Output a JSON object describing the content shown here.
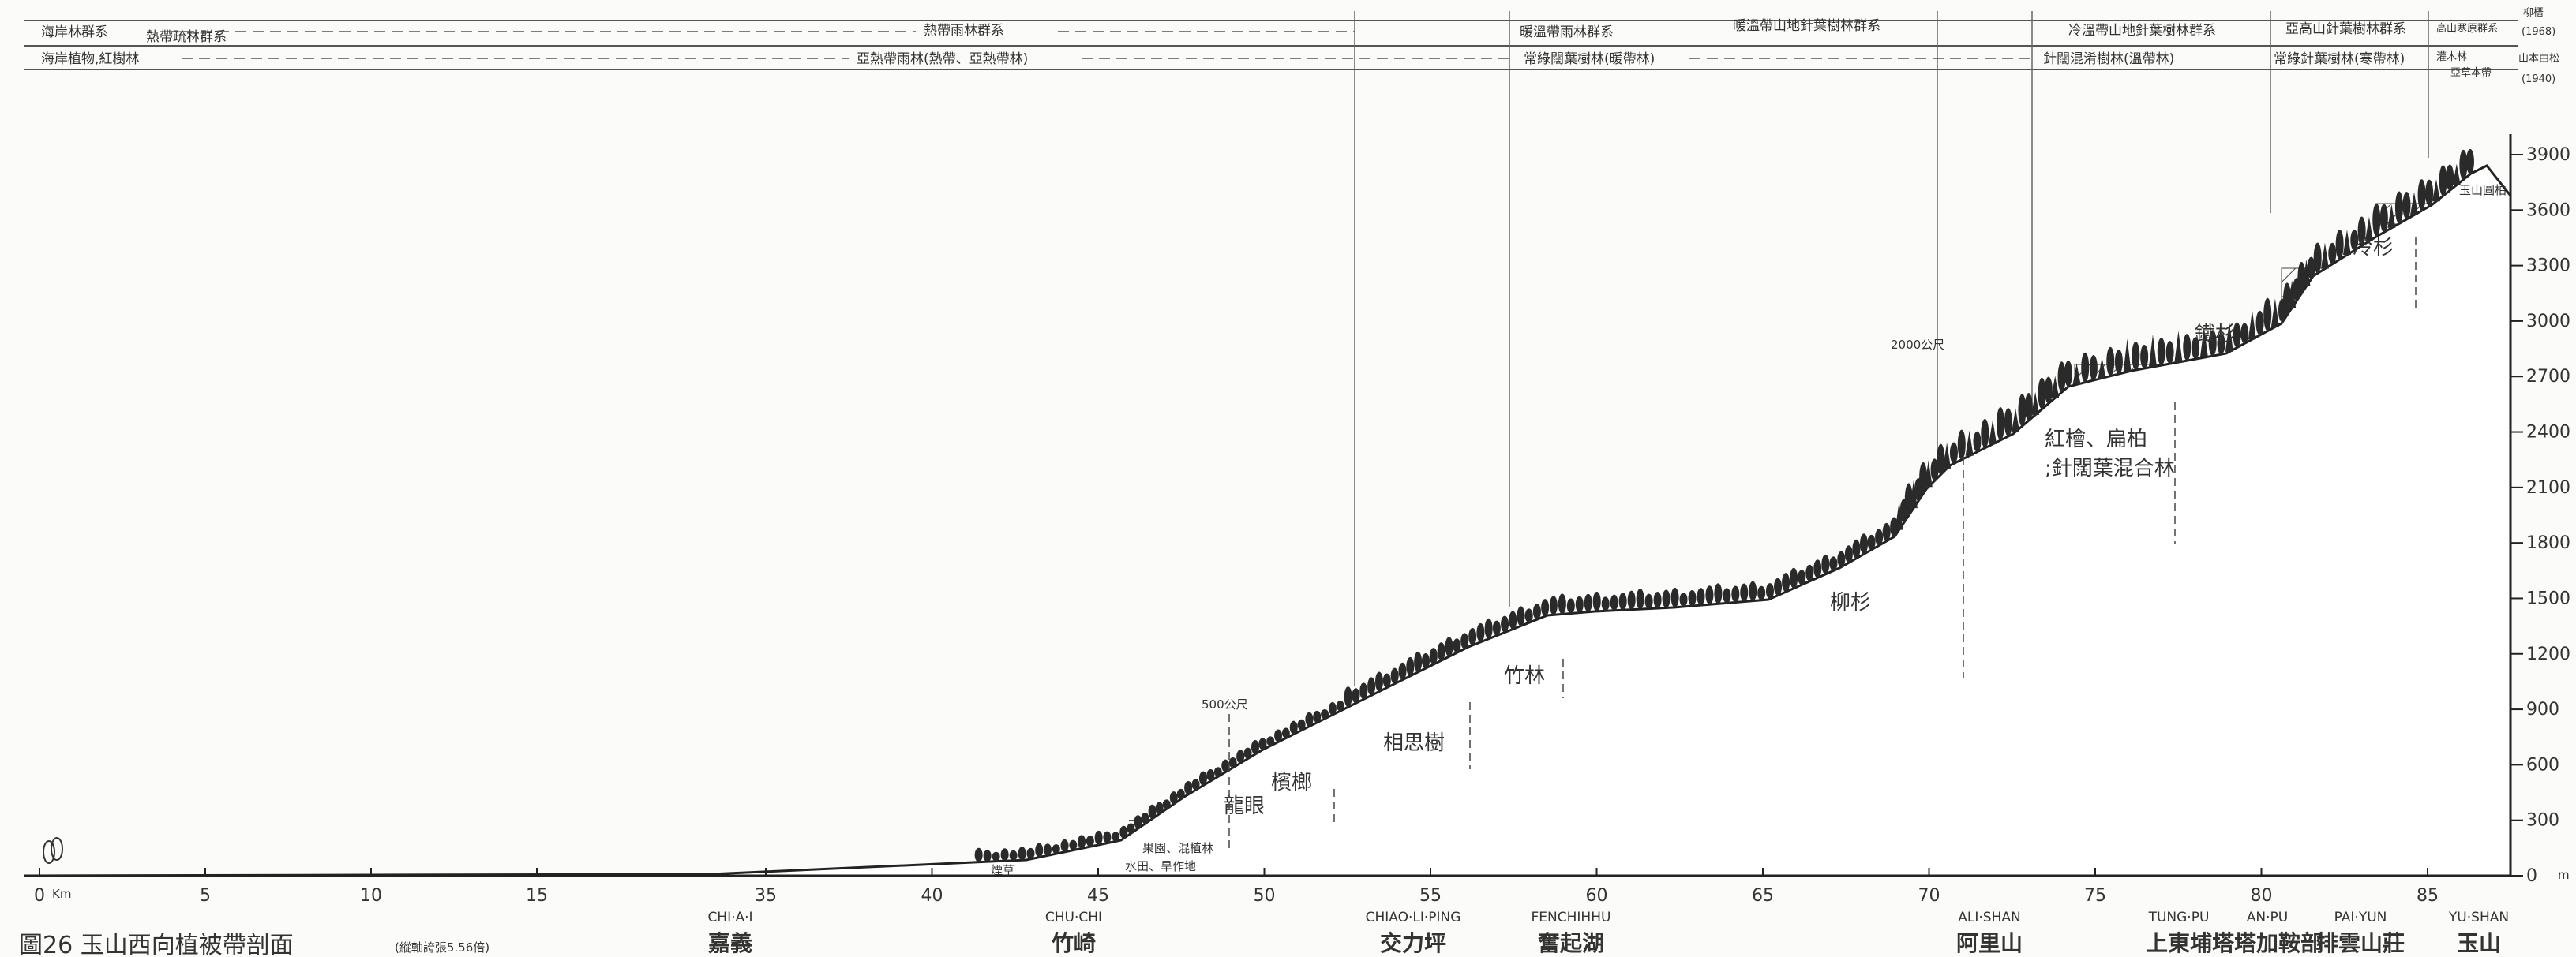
{
  "figure": {
    "caption": "圖26 玉山西向植被帶剖面",
    "caption_note": "(縱軸誇張5.56倍)",
    "x_unit": "Km",
    "y_unit": "m"
  },
  "x_ticks": [
    "0",
    "5",
    "10",
    "15",
    "35",
    "40",
    "45",
    "50",
    "55",
    "60",
    "65",
    "70",
    "75",
    "80",
    "85"
  ],
  "y_ticks": [
    "0",
    "300",
    "600",
    "900",
    "1200",
    "1500",
    "1800",
    "2100",
    "2400",
    "2700",
    "3000",
    "3300",
    "3600",
    "3900"
  ],
  "header": {
    "row1": [
      "海岸林群系",
      "熱帶疏林群系",
      "熱帶雨林群系",
      "暖溫帶雨林群系",
      "暖溫帶山地針葉樹林群系",
      "冷溫帶山地針葉樹林群系",
      "亞高山針葉樹林群系",
      "高山寒原群系"
    ],
    "row2": [
      "海岸植物,紅樹林",
      "亞熱帶雨林(熱帶、亞熱帶林)",
      "常綠闊葉樹林(暖帶林)",
      "針闊混淆樹林(溫帶林)",
      "常綠針葉樹林(寒帶林)",
      "灌木林",
      "亞草本帶"
    ],
    "refs": [
      "柳榗",
      "(1968)",
      "山本由松",
      "(1940)"
    ]
  },
  "places": [
    {
      "roman": "CHI·A·I",
      "name": "嘉義"
    },
    {
      "roman": "CHU·CHI",
      "name": "竹崎"
    },
    {
      "roman": "CHIAO·LI·PING",
      "name": "交力坪"
    },
    {
      "roman": "FENCHIHHU",
      "name": "奮起湖"
    },
    {
      "roman": "ALI·SHAN",
      "name": "阿里山"
    },
    {
      "roman": "TUNG·PU",
      "name": "上東埔"
    },
    {
      "roman": "AN·PU",
      "name": "塔塔加鞍部"
    },
    {
      "roman": "PAI·YUN",
      "name": "排雲山莊"
    },
    {
      "roman": "YU·SHAN",
      "name": "玉山"
    }
  ],
  "zones": [
    "水田、旱作地",
    "果園、混植林",
    "龍眼",
    "檳榔",
    "相思樹",
    "竹林",
    "柳杉",
    "紅檜、扁柏",
    ";針闊葉混合林",
    "鐵杉",
    "冷杉",
    "玉山圓柏",
    "煙草"
  ],
  "annotations": [
    "500公尺",
    "2000公尺"
  ]
}
